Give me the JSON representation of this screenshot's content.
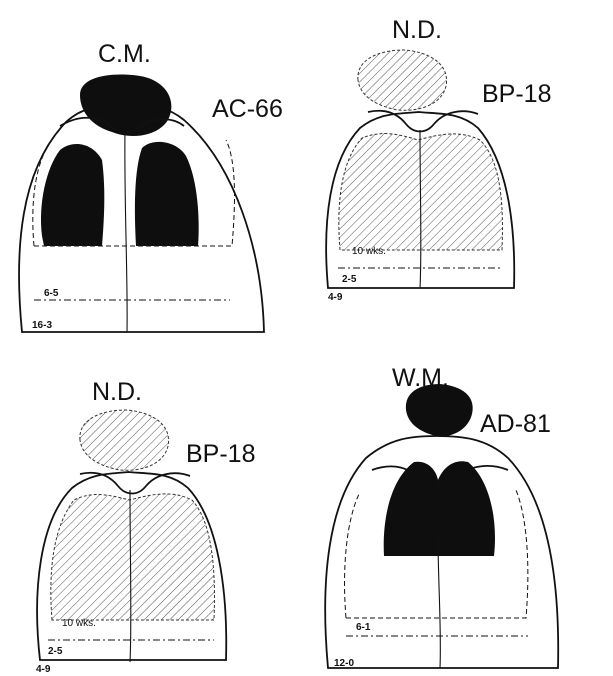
{
  "panels": [
    {
      "initials": "C.M.",
      "code": "AC-66",
      "inner_label": "6-5",
      "outer_label": "16-3",
      "note": ""
    },
    {
      "initials": "N.D.",
      "code": "BP-18",
      "inner_label": "2-5",
      "outer_label": "4-9",
      "note": "10 wks."
    },
    {
      "initials": "N.D.",
      "code": "BP-18",
      "inner_label": "2-5",
      "outer_label": "4-9",
      "note": "10 wks."
    },
    {
      "initials": "W.M.",
      "code": "AD-81",
      "inner_label": "6-1",
      "outer_label": "12-0",
      "note": ""
    }
  ],
  "colors": {
    "ink": "#111111",
    "dark_fill": "#0e0e0e",
    "paper": "#ffffff"
  }
}
